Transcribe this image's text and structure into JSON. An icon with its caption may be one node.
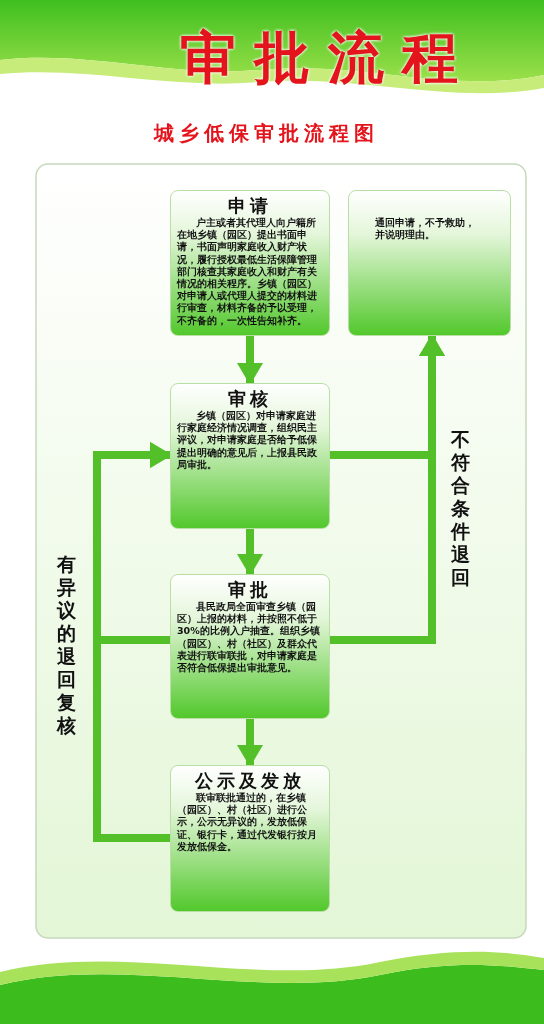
{
  "diagram": {
    "title": "审批流程",
    "nodes": [
      {
        "text": [
          "申请",
          "户主或者其代理人向户籍所在地乡镇（园区）提出书面申请，书面声明家庭收入财产状况，履行授权最低生活保障管理部门核查其家庭收入和财产有关情况的相关程序。乡镇（园区）对申请人或代理人提交的材料进行审查，材料齐备的予以受理，不齐备的，一次性告知补齐。"
        ]
      },
      {
        "text": [
          "审核",
          "乡镇（园区）对申请家庭进行家庭经济情况调查，组织民主评议，对申请家庭是否给予低保提出明确的意见后，上报县民政局审批。"
        ]
      },
      {
        "text": [
          "审批",
          "县民政局全面审查乡镇（园区）上报的材料，并按照不低于30%的比例入户抽查。组织乡镇（园区）、村（社区）及群众代表进行联审联批，对申请家庭是否符合低保提出审批意见。"
        ]
      },
      {
        "text": [
          "公示及发放",
          "联审联批通过的，在乡镇（园区）、村（社区）进行公示，公示无异议的，发放低保证、银行卡，通过代发银行按月发放低保金。"
        ]
      },
      {
        "text": [
          "通回申请，不予救助，并说明理由。"
        ]
      }
    ],
    "edges": [
      {
        "from": 0,
        "to": 1,
        "arrow": "to"
      },
      {
        "from": 1,
        "to": 2,
        "arrow": "to"
      },
      {
        "from": 2,
        "to": 3,
        "arrow": "to"
      },
      {
        "from": 1,
        "to": 4,
        "arrow": "to"
      },
      {
        "from": 2,
        "to": 4,
        "arrow": "to",
        "label": "不符合条件退回"
      },
      {
        "from": 2,
        "to": 1,
        "arrow": "to"
      },
      {
        "from": 3,
        "to": 1,
        "arrow": "to",
        "label": "有异议的退回复核"
      }
    ],
    "labels": [
      "城乡低保审批流程图"
    ]
  }
}
